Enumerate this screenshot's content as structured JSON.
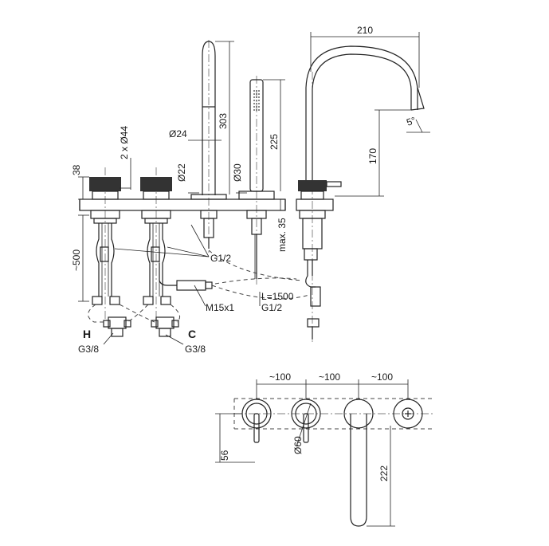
{
  "dimensions": {
    "spout_reach": "210",
    "spout_angle": "5°",
    "spout_height": "170",
    "shower_height": "303",
    "shower_dia": "Ø24",
    "handset_len": "225",
    "handset_dia": "Ø30",
    "mount_dia": "Ø22",
    "handle_height": "38",
    "valve_count_dia": "2 x Ø44",
    "deck_thickness": "max. 35",
    "hose_len": "~500",
    "spacing_1": "~100",
    "spacing_2": "~100",
    "spacing_3": "~100",
    "plate_dia": "Ø60",
    "plate_offset": "56",
    "spout_len_top": "222"
  },
  "connections": {
    "thread_g12_a": "G1/2",
    "thread_m15": "M15x1",
    "hose_length": "L=1500",
    "thread_g12_b": "G1/2",
    "thread_g38_hot": "G3/8",
    "thread_g38_cold": "G3/8"
  },
  "markers": {
    "hot": "H",
    "cold": "C"
  }
}
